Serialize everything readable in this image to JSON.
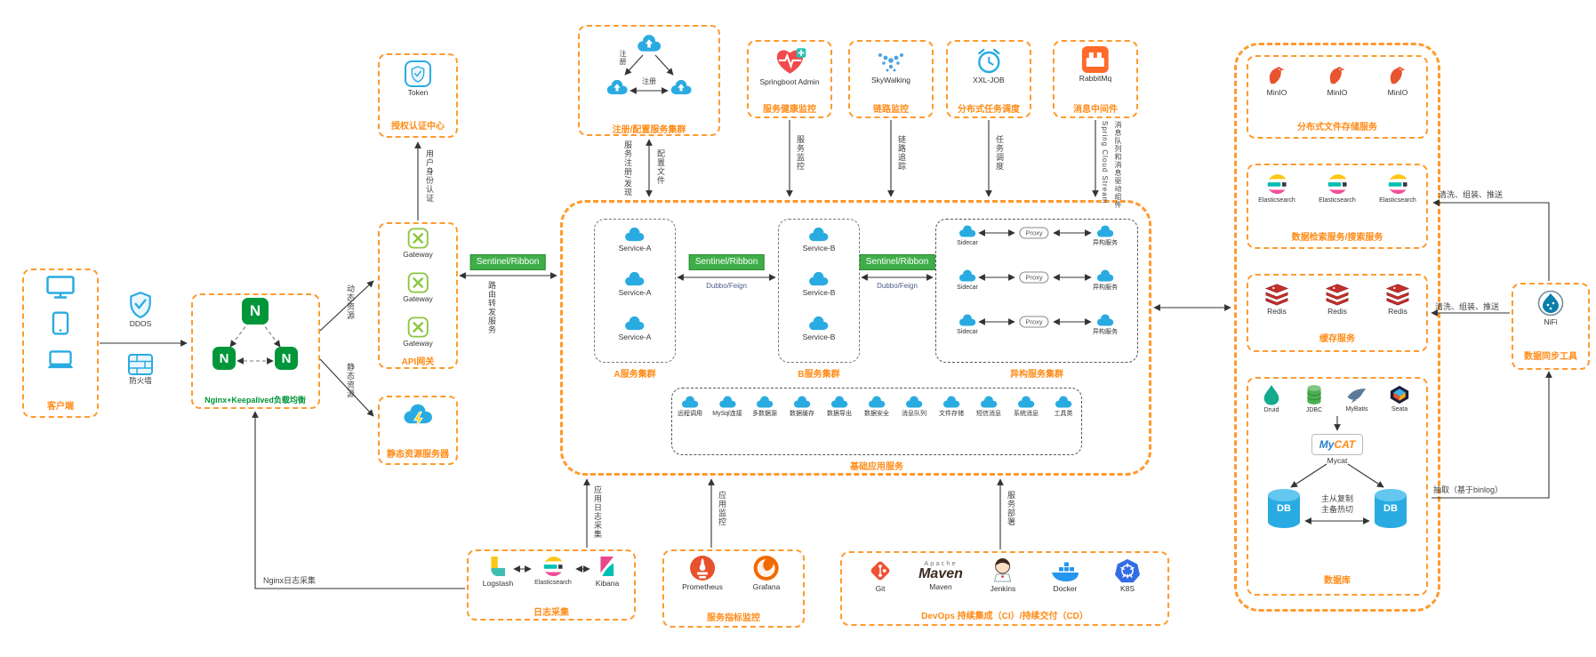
{
  "colors": {
    "orange": "#ff8b17",
    "nginx_green": "#009639",
    "gateway_green": "#8cc63f",
    "blue": "#29abe2",
    "badge_green": "#3fae49"
  },
  "client": {
    "label": "客户端"
  },
  "security": {
    "ddos": "DDOS",
    "firewall": "防火墙"
  },
  "nginx": {
    "label": "Nginx+Keepalived负载均衡",
    "glyph": "N"
  },
  "auth": {
    "token": "Token",
    "label": "授权认证中心"
  },
  "gateway": {
    "label": "API网关",
    "item": "Gateway"
  },
  "static_server": {
    "label": "静态资源服务器"
  },
  "registry": {
    "label": "注册/配置服务集群"
  },
  "monitors": {
    "springboot": {
      "name": "Springboot Admin",
      "label": "服务健康监控"
    },
    "skywalking": {
      "name": "SkyWalking",
      "label": "链路监控"
    },
    "xxljob": {
      "name": "XXL-JOB",
      "label": "分布式任务调度"
    },
    "rabbitmq": {
      "name": "RabbitMq",
      "label": "消息中间件"
    }
  },
  "badges": {
    "sentinel": "Sentinel/Ribbon",
    "dubbo": "Dubbo/Feign",
    "proxy": "Proxy"
  },
  "main": {
    "cluster_a": {
      "label": "A服务集群",
      "item": "Service-A"
    },
    "cluster_b": {
      "label": "B服务集群",
      "item": "Service-B"
    },
    "hetero": {
      "label": "异构服务集群",
      "sidecar": "Sidecar",
      "service": "异构服务"
    },
    "base": {
      "label": "基础应用服务",
      "items": [
        "远程调用",
        "MySql连接",
        "多数据源",
        "数据缓存",
        "数据导出",
        "数据安全",
        "消息队列",
        "文件存储",
        "短信消息",
        "系统消息",
        "工具类"
      ]
    }
  },
  "logs": {
    "label": "日志采集",
    "items": [
      "Logstash",
      "Elasticsearch",
      "Kibana"
    ]
  },
  "metrics": {
    "label": "服务指标监控",
    "items": [
      "Prometheus",
      "Grafana"
    ]
  },
  "devops": {
    "label": "DevOps 持续集成（CI）/持续交付（CD）",
    "items": [
      "Git",
      "Maven",
      "Jenkins",
      "Docker",
      "K8S"
    ],
    "maven_word_top": "Apache",
    "maven_word": "Maven"
  },
  "storage": {
    "minio": {
      "label": "分布式文件存储服务",
      "item": "MinIO"
    },
    "es": {
      "label": "数据检索服务/搜索服务",
      "item": "Elasticsearch"
    },
    "redis": {
      "label": "缓存服务",
      "item": "Redis"
    },
    "db": {
      "label": "数据库",
      "items": [
        "Druid",
        "JDBC",
        "MyBatis",
        "Seata"
      ],
      "mycat_label": "Mycat",
      "mycat_my": "My",
      "mycat_cat": "CAT",
      "db_text": "DB",
      "rep1": "主从复制",
      "rep2": "主备热切"
    },
    "nifi": {
      "name": "NiFi",
      "label": "数据同步工具"
    }
  },
  "edges": {
    "auth": "用户身份认证",
    "dynamic": "动态资源",
    "static": "静态资源",
    "route": "路由转发服务",
    "discover": "服务注册/发现",
    "config": "配置文件",
    "monitor": "服务监控",
    "trace": "链路追踪",
    "schedule": "任务调度",
    "stream1": "Spring Cloud Stream",
    "stream2": "消息队列和消息驱动组件",
    "register": "注册",
    "nginx_log": "Nginx日志采集",
    "app_log": "应用日志采集",
    "app_monitor": "应用监控",
    "deploy": "服务部署",
    "etl": "清洗、组装、推送",
    "binlog": "抽取（基于binlog）"
  }
}
